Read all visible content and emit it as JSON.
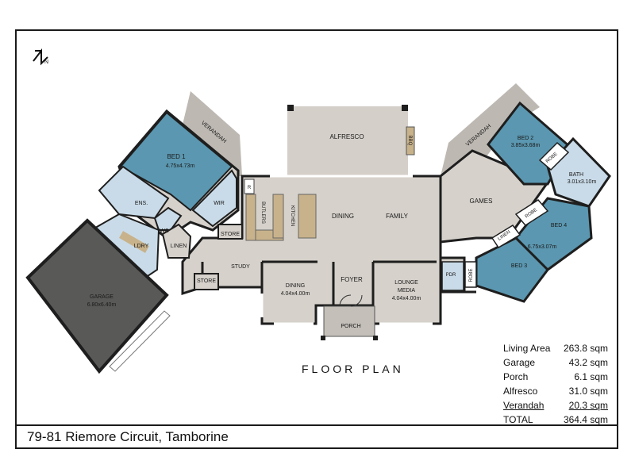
{
  "address": "79-81 Riemore Circuit, Tamborine",
  "plan_title": "FLOOR PLAN",
  "compass": {
    "icon": "north-arrow-icon",
    "label": "N"
  },
  "colors": {
    "living": "#d6d1cb",
    "verandah": "#bdb8b2",
    "bedroom": "#5b97b0",
    "garage": "#595a58",
    "wet_area": "#c9dbe8",
    "walls": "#1e1e1e"
  },
  "rooms": {
    "alfresco": "ALFRESCO",
    "bbq": "BBQ",
    "verandah_left": "VERANDAH",
    "verandah_right": "VERANDAH",
    "bed1_name": "BED 1",
    "bed1_size": "4.75x4.73m",
    "wir": "WIR",
    "ens": "ENS.",
    "wc": "WC",
    "ldry": "LDRY",
    "linen_left": "LINEN",
    "garage_name": "GARAGE",
    "garage_size": "6.80x6.40m",
    "store1": "STORE",
    "store2": "STORE",
    "study": "STUDY",
    "r": "R",
    "butlers": "BUTLERS",
    "kitchen": "KITCHEN",
    "dining_open": "DINING",
    "family": "FAMILY",
    "dining_name": "DINING",
    "dining_size": "4.04x4.00m",
    "foyer": "FOYER",
    "porch": "PORCH",
    "lounge_name": "LOUNGE",
    "lounge_media": "MEDIA",
    "lounge_size": "4.04x4.00m",
    "pdr": "PDR",
    "robe_pdr": "ROBE",
    "games": "GAMES",
    "bed2_name": "BED 2",
    "bed2_size": "3.85x3.68m",
    "robe_bed2": "ROBE",
    "bath_name": "BATH",
    "bath_size": "3.01x3.10m",
    "robe_bed4": "ROBE",
    "linen_right": "LINEN",
    "bed4_name": "BED 4",
    "bed4_size": "6.75x3.07m",
    "bed3_name": "BED 3"
  },
  "areas": [
    {
      "label": "Living Area",
      "value": "263.8 sqm"
    },
    {
      "label": "Garage",
      "value": "43.2 sqm"
    },
    {
      "label": "Porch",
      "value": "6.1 sqm"
    },
    {
      "label": "Alfresco",
      "value": "31.0 sqm"
    },
    {
      "label": "Verandah",
      "value": "20.3 sqm"
    },
    {
      "label": "TOTAL",
      "value": "364.4 sqm"
    }
  ]
}
